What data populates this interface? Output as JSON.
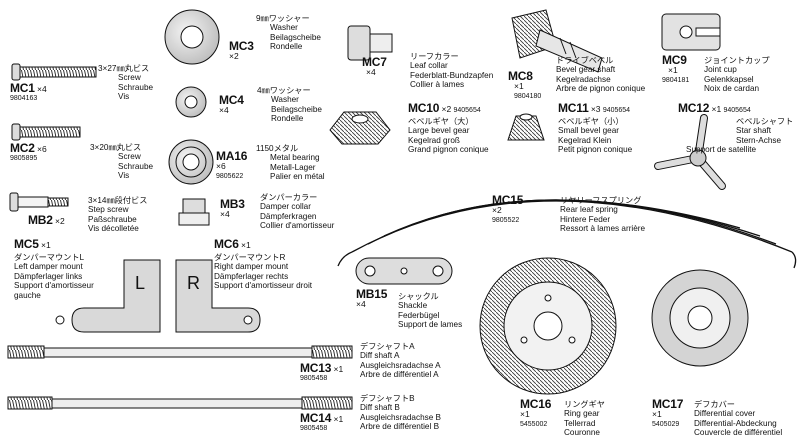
{
  "parts": [
    {
      "id": "mc1",
      "code": "MC1",
      "qty": "×4",
      "number": "9804163",
      "jp": "3×27㎜丸ビス",
      "en": "Screw",
      "de": "Schraube",
      "fr": "Vis"
    },
    {
      "id": "mc2",
      "code": "MC2",
      "qty": "×6",
      "number": "9805895",
      "jp": "3×20㎜丸ビス",
      "en": "Screw",
      "de": "Schraube",
      "fr": "Vis"
    },
    {
      "id": "mb2",
      "code": "MB2",
      "qty": "×2",
      "number": "",
      "jp": "3×14㎜段付ビス",
      "en": "Step screw",
      "de": "Paßschraube",
      "fr": "Vis décolletée"
    },
    {
      "id": "mc3",
      "code": "MC3",
      "qty": "×2",
      "number": "",
      "jp": "9㎜ワッシャー",
      "en": "Washer",
      "de": "Beilagscheibe",
      "fr": "Rondelle"
    },
    {
      "id": "mc4",
      "code": "MC4",
      "qty": "×4",
      "number": "",
      "jp": "4㎜ワッシャー",
      "en": "Washer",
      "de": "Beilagscheibe",
      "fr": "Rondelle"
    },
    {
      "id": "ma16",
      "code": "MA16",
      "qty": "×6",
      "number": "9805622",
      "jp": "1150メタル",
      "en": "Metal bearing",
      "de": "Metall-Lager",
      "fr": "Palier en métal"
    },
    {
      "id": "mb3",
      "code": "MB3",
      "qty": "×4",
      "number": "",
      "jp": "ダンパーカラー",
      "en": "Damper collar",
      "de": "Dämpferkragen",
      "fr": "Collier d'amortisseur"
    },
    {
      "id": "mc7",
      "code": "MC7",
      "qty": "×4",
      "number": "",
      "jp": "リーフカラー",
      "en": "Leaf collar",
      "de": "Federblatt-Bundzapfen",
      "fr": "Collier à lames"
    },
    {
      "id": "mc8",
      "code": "MC8",
      "qty": "×1",
      "number": "9804180",
      "jp": "ドライブベベル",
      "en": "Bevel gear shaft",
      "de": "Kegelradachse",
      "fr": "Arbre de pignon conique"
    },
    {
      "id": "mc9",
      "code": "MC9",
      "qty": "×1",
      "number": "9804181",
      "jp": "ジョイントカップ",
      "en": "Joint cup",
      "de": "Gelenkkapsel",
      "fr": "Noix de cardan"
    },
    {
      "id": "mc10",
      "code": "MC10",
      "qty": "×2",
      "number": "9405654",
      "jp": "ベベルギヤ（大）",
      "en": "Large bevel gear",
      "de": "Kegelrad groß",
      "fr": "Grand pignon conique"
    },
    {
      "id": "mc11",
      "code": "MC11",
      "qty": "×3",
      "number": "9405654",
      "jp": "ベベルギヤ（小）",
      "en": "Small bevel gear",
      "de": "Kegelrad Klein",
      "fr": "Petit pignon conique"
    },
    {
      "id": "mc12",
      "code": "MC12",
      "qty": "×1",
      "number": "9405654",
      "jp": "ベベルシャフト",
      "en": "Star shaft",
      "de": "Stern-Achse",
      "fr": "Support de satellite"
    },
    {
      "id": "mc15",
      "code": "MC15",
      "qty": "×2",
      "number": "9805522",
      "jp": "リヤリーフスプリング",
      "en": "Rear leaf spring",
      "de": "Hintere Feder",
      "fr": "Ressort à lames arrière"
    },
    {
      "id": "mc5",
      "code": "MC5",
      "qty": "×1",
      "number": "",
      "jp": "ダンパーマウントL",
      "en": "Left damper mount",
      "de": "Dämpferlager links",
      "fr": "Support d'amortisseur gauche"
    },
    {
      "id": "mc6",
      "code": "MC6",
      "qty": "×1",
      "number": "",
      "jp": "ダンパーマウントR",
      "en": "Right damper mount",
      "de": "Dämpferlager rechts",
      "fr": "Support d'amortisseur droit"
    },
    {
      "id": "mb15",
      "code": "MB15",
      "qty": "×4",
      "number": "",
      "jp": "シャックル",
      "en": "Shackle",
      "de": "Federbügel",
      "fr": "Support de lames"
    },
    {
      "id": "mc13",
      "code": "MC13",
      "qty": "×1",
      "number": "9805458",
      "jp": "デフシャフトA",
      "en": "Diff shaft A",
      "de": "Ausgleichsradachse A",
      "fr": "Arbre de différentiel A"
    },
    {
      "id": "mc14",
      "code": "MC14",
      "qty": "×1",
      "number": "9805458",
      "jp": "デフシャフトB",
      "en": "Diff shaft B",
      "de": "Ausgleichsradachse B",
      "fr": "Arbre de différentiel B"
    },
    {
      "id": "mc16",
      "code": "MC16",
      "qty": "×1",
      "number": "5455002",
      "jp": "リングギヤ",
      "en": "Ring gear",
      "de": "Tellerrad",
      "fr": "Couronne"
    },
    {
      "id": "mc17",
      "code": "MC17",
      "qty": "×1",
      "number": "5405029",
      "jp": "デフカバー",
      "en": "Differential cover",
      "de": "Differential-Abdeckung",
      "fr": "Couvercle de différentiel"
    }
  ],
  "mount_letters": {
    "left": "L",
    "right": "R"
  }
}
